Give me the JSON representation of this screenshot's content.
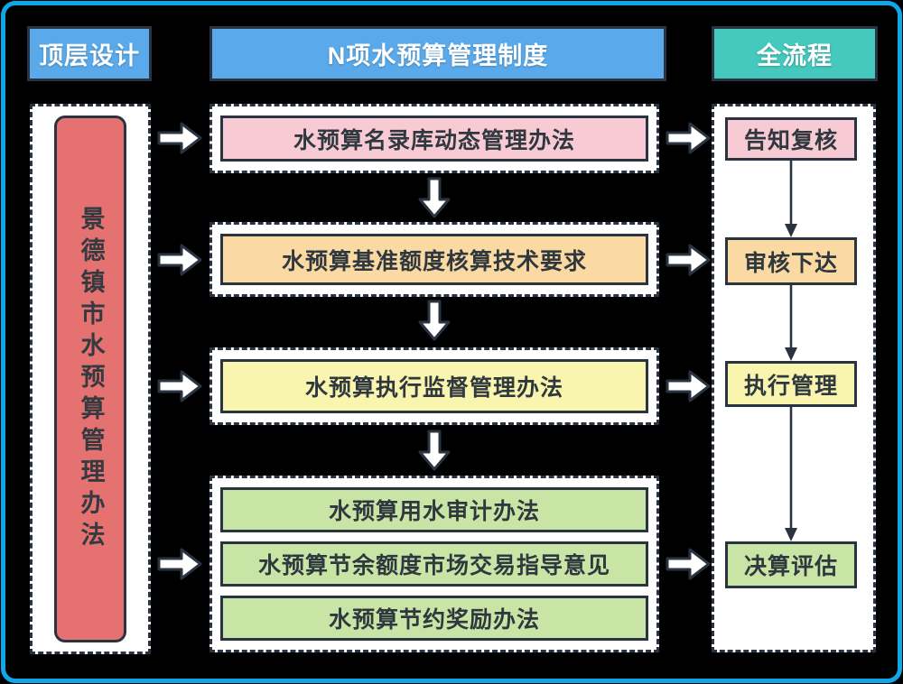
{
  "palette": {
    "frame_border": "#10a7e8",
    "header_blue": "#5aaaeb",
    "header_teal": "#45c8bd",
    "outline_dark": "#2a3440",
    "pink": "#f8cad3",
    "orange": "#fbd9a2",
    "yellow": "#faf5ae",
    "green": "#c8e5a5",
    "red": "#e57170"
  },
  "headers": {
    "left": "顶层设计",
    "middle": "N项水预算管理制度",
    "right": "全流程"
  },
  "left_column": {
    "title": "景德镇市水预算管理办法"
  },
  "middle_column": {
    "rows": [
      {
        "label": "水预算名录库动态管理办法",
        "color": "pink"
      },
      {
        "label": "水预算基准额度核算技术要求",
        "color": "orange"
      },
      {
        "label": "水预算执行监督管理办法",
        "color": "yellow"
      }
    ],
    "group": [
      {
        "label": "水预算用水审计办法",
        "color": "green"
      },
      {
        "label": "水预算节余额度市场交易指导意见",
        "color": "green"
      },
      {
        "label": "水预算节约奖励办法",
        "color": "green"
      }
    ]
  },
  "right_column": {
    "steps": [
      {
        "label": "告知复核",
        "color": "pink"
      },
      {
        "label": "审核下达",
        "color": "orange"
      },
      {
        "label": "执行管理",
        "color": "yellow"
      },
      {
        "label": "决算评估",
        "color": "green"
      }
    ]
  }
}
